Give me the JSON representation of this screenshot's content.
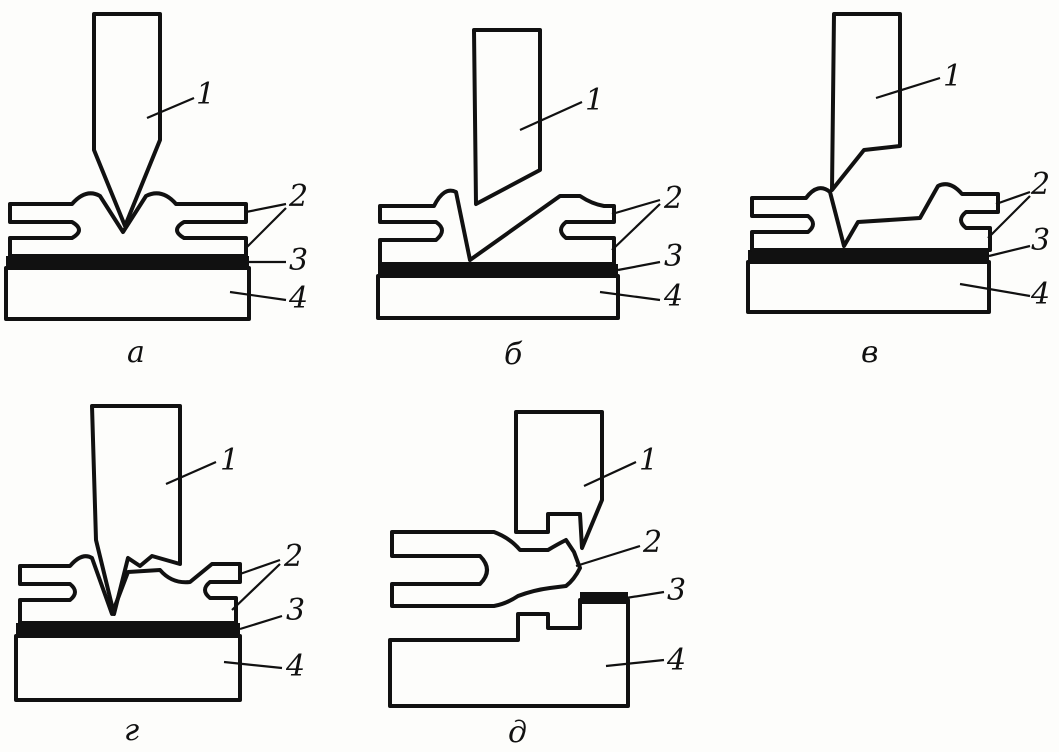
{
  "panels": [
    {
      "caption": "а",
      "labels": [
        "1",
        "2",
        "3",
        "4"
      ]
    },
    {
      "caption": "б",
      "labels": [
        "1",
        "2",
        "3",
        "4"
      ]
    },
    {
      "caption": "в",
      "labels": [
        "1",
        "2",
        "3",
        "4"
      ]
    },
    {
      "caption": "г",
      "labels": [
        "1",
        "2",
        "3",
        "4"
      ]
    },
    {
      "caption": "д",
      "labels": [
        "1",
        "2",
        "3",
        "4"
      ]
    }
  ]
}
